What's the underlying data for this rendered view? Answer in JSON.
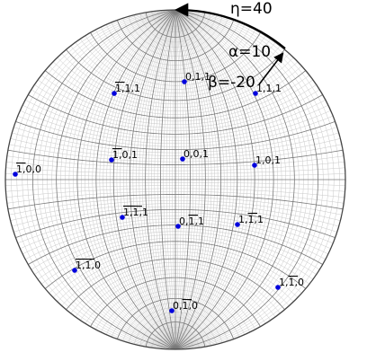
{
  "annotations": {
    "eta": "η=40",
    "alpha": "α=10",
    "beta": "β=-20"
  },
  "colors": {
    "pole": "#0000dd",
    "grid_minor": "#c8c8c8",
    "grid_major": "#7a7a7a",
    "outline": "#444444",
    "arrow": "#000000"
  },
  "poles": [
    {
      "label": "0,1,1",
      "bar": [
        false,
        false,
        false
      ]
    },
    {
      "label": "1,1,1",
      "bar": [
        true,
        false,
        false
      ]
    },
    {
      "label": "1,1,1",
      "bar": [
        false,
        false,
        false
      ]
    },
    {
      "label": "1,0,1",
      "bar": [
        true,
        false,
        false
      ]
    },
    {
      "label": "0,0,1",
      "bar": [
        false,
        false,
        false
      ]
    },
    {
      "label": "1,0,1",
      "bar": [
        false,
        false,
        false
      ]
    },
    {
      "label": "1,0,0",
      "bar": [
        true,
        false,
        false
      ]
    },
    {
      "label": "1,1,1",
      "bar": [
        true,
        true,
        false
      ]
    },
    {
      "label": "0,1,1",
      "bar": [
        false,
        true,
        false
      ]
    },
    {
      "label": "1,1,1",
      "bar": [
        false,
        true,
        false
      ]
    },
    {
      "label": "1,1,0",
      "bar": [
        true,
        true,
        false
      ]
    },
    {
      "label": "1,1,0",
      "bar": [
        false,
        true,
        false
      ]
    },
    {
      "label": "0,1,0",
      "bar": [
        false,
        true,
        false
      ]
    }
  ]
}
